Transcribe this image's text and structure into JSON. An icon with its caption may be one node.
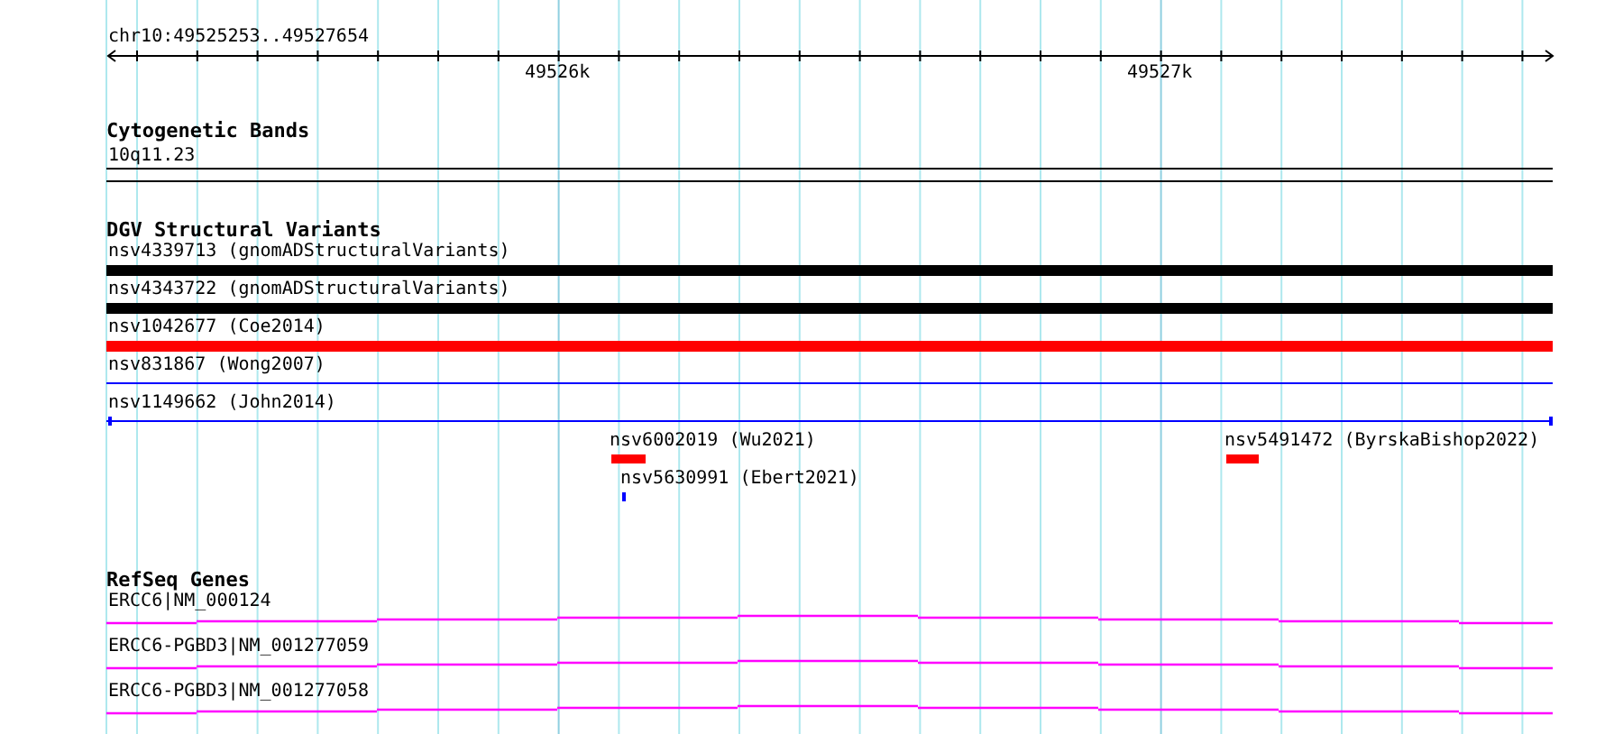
{
  "diagram": {
    "labels": [
      "chr10:49525253..49527654",
      "49526k",
      "49527k",
      "Cytogenetic Bands",
      "10q11.23",
      "DGV Structural Variants",
      "nsv4339713 (gnomADStructuralVariants)",
      "nsv4343722 (gnomADStructuralVariants)",
      "nsv1042677 (Coe2014)",
      "nsv831867 (Wong2007)",
      "nsv1149662 (John2014)",
      "nsv6002019 (Wu2021)",
      "nsv5491472 (ByrskaBishop2022)",
      "nsv5630991 (Ebert2021)",
      "RefSeq Genes",
      "ERCC6|NM_000124",
      "ERCC6-PGBD3|NM_001277059",
      "ERCC6-PGBD3|NM_001277058"
    ]
  }
}
